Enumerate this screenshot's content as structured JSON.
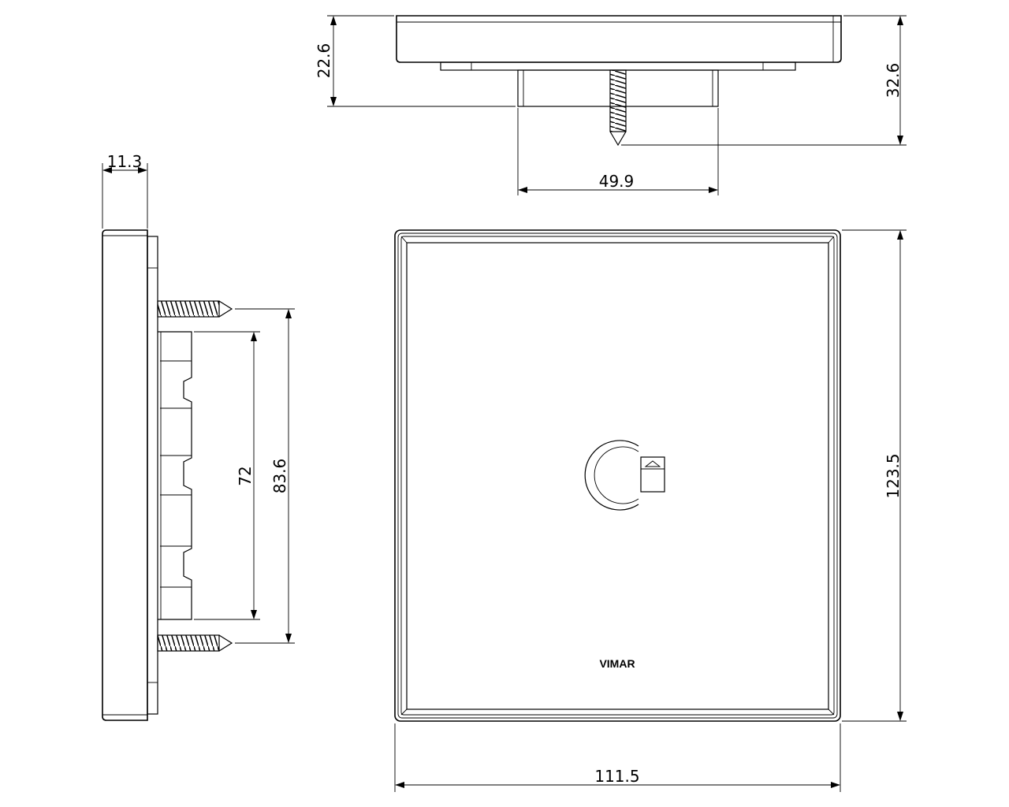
{
  "dimensions": {
    "top_height_small": "22.6",
    "top_height_large": "32.6",
    "box_width": "49.9",
    "plate_depth": "11.3",
    "screw_spacing": "83.6",
    "box_height": "72",
    "plate_height": "123.5",
    "plate_width": "111.5"
  },
  "front_view": {
    "brand_logo": "VIMAR"
  }
}
